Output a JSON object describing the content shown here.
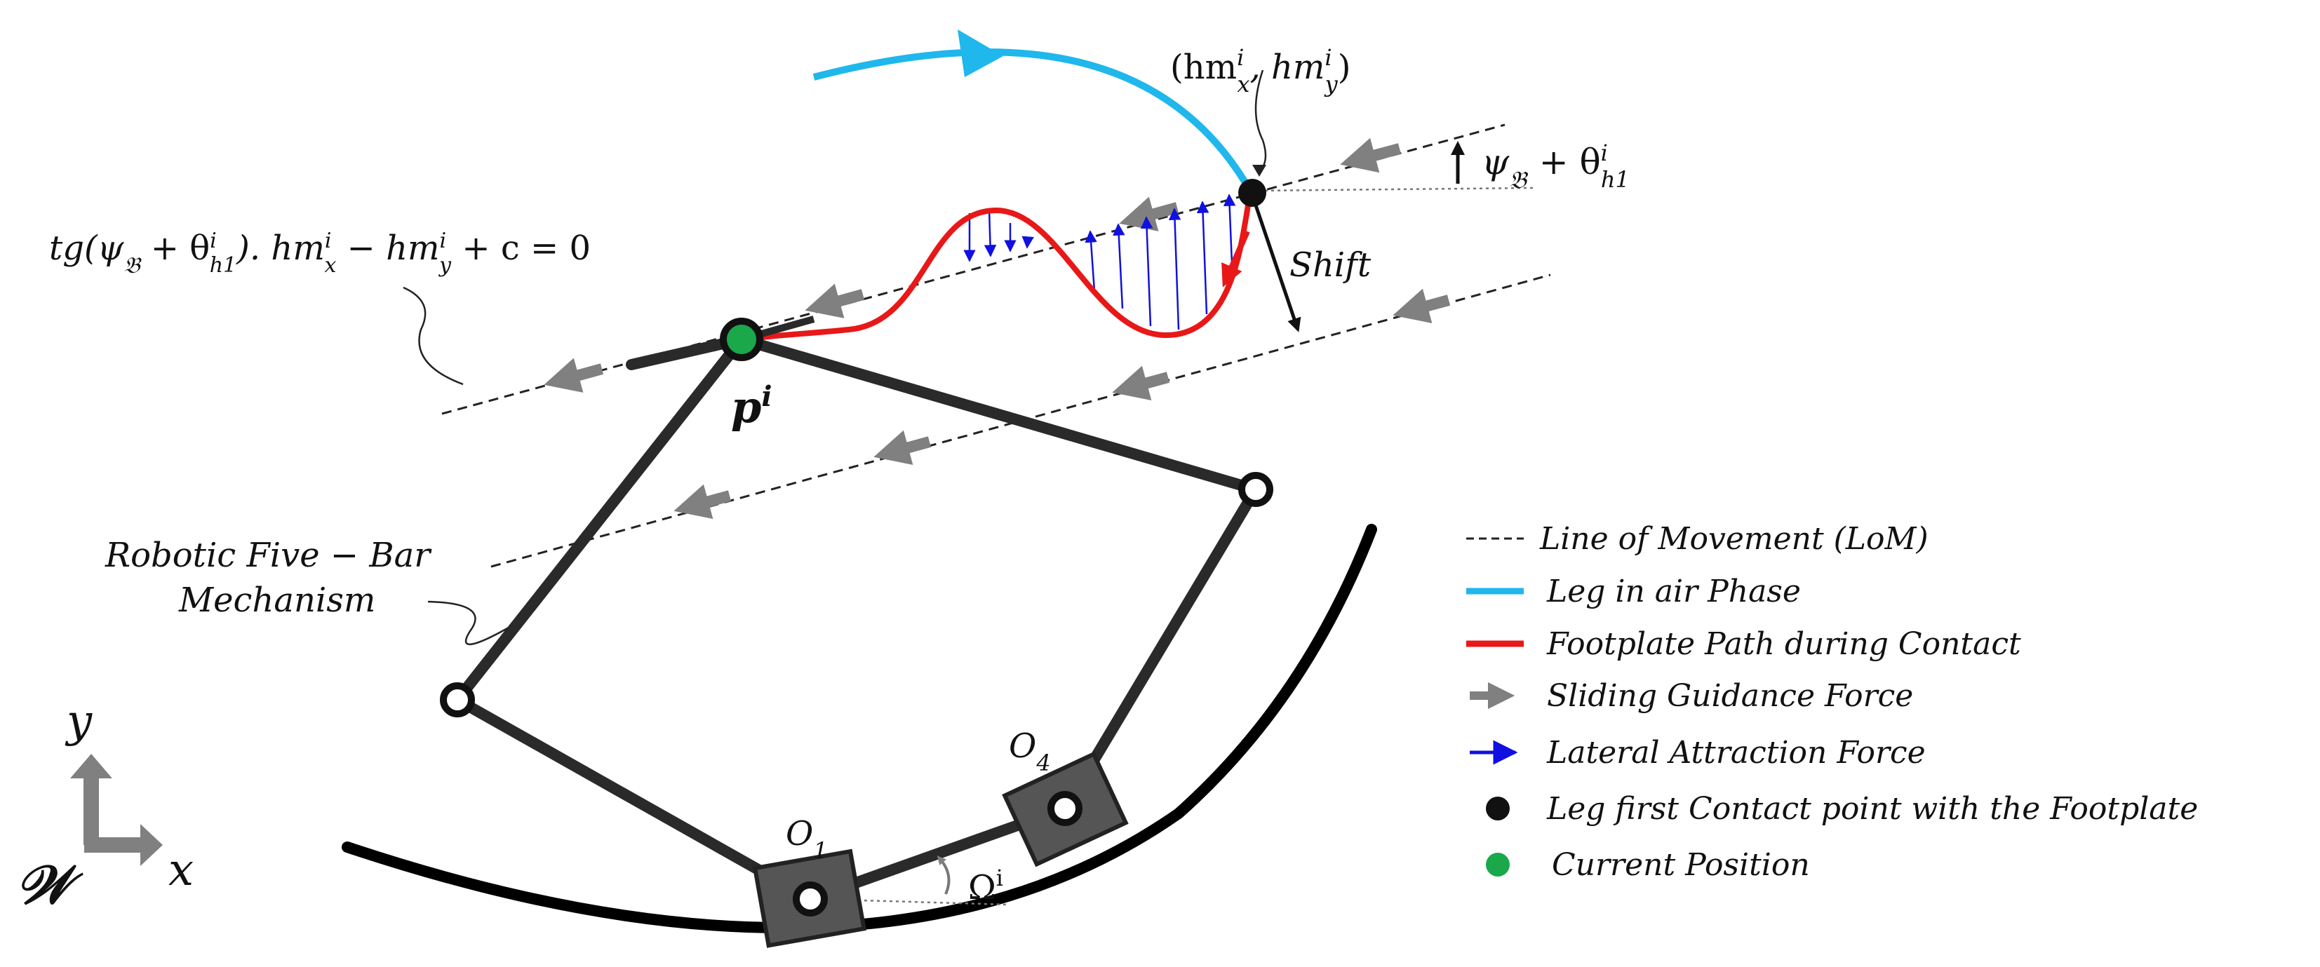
{
  "colors": {
    "air": "#1fb7ec",
    "contact": "#e81818",
    "guidance": "#808080",
    "attraction": "#1010e0",
    "link": "#2a2a2a",
    "joint_box": "#555555",
    "current": "#1aa84a",
    "first_contact": "#111111"
  },
  "labels": {
    "hm_point": "(hm",
    "hm_x_sub": "x",
    "hm_sup": "i",
    "hm_comma": ", hm",
    "hm_y_sub": "y",
    "hm_close": ")",
    "angle_psi": "ψ",
    "angle_psi_sub": "𝔅",
    "angle_plus": "+ θ",
    "angle_theta_sup": "i",
    "angle_theta_sub": "h1",
    "shift": "Shift",
    "eq_tg": "tg(ψ",
    "eq_psi_sub": "𝔅",
    "eq_plus_theta": " + θ",
    "eq_theta_sup": "i",
    "eq_theta_sub": "h1",
    "eq_mid": "). hm",
    "eq_x_sup": "i",
    "eq_x_sub": "x",
    "eq_minus": " − hm",
    "eq_y_sup": "i",
    "eq_y_sub": "y",
    "eq_end": " + c = 0",
    "p_label": "p",
    "p_sup": "i",
    "mech_line1": "Robotic Five − Bar",
    "mech_line2": "Mechanism",
    "o1": "O",
    "o1_sub": "1",
    "o4": "O",
    "o4_sub": "4",
    "omega": "Ω",
    "omega_sup": "i",
    "axis_y": "y",
    "axis_x": "x",
    "frame_w": "𝒲"
  },
  "legend": [
    {
      "symbol": "dashed-line",
      "text": "Line of Movement (LoM)"
    },
    {
      "symbol": "cyan-line",
      "text": "Leg in air Phase"
    },
    {
      "symbol": "red-line",
      "text": "Footplate Path during Contact"
    },
    {
      "symbol": "gray-arrow",
      "text": "Sliding Guidance Force"
    },
    {
      "symbol": "blue-arrow",
      "text": "Lateral Attraction Force"
    },
    {
      "symbol": "black-dot",
      "text": "Leg first Contact point with the Footplate"
    },
    {
      "symbol": "green-dot",
      "text": "Current Position"
    }
  ]
}
